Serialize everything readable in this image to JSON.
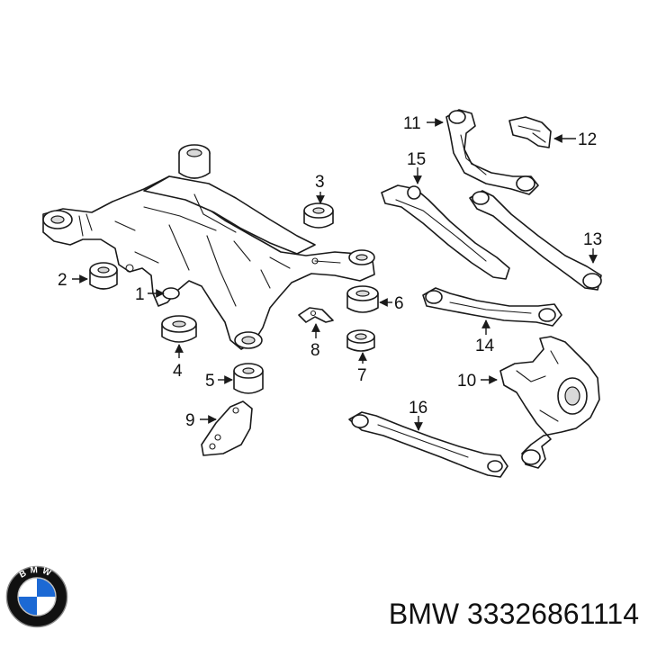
{
  "diagram": {
    "callouts": {
      "c1": "1",
      "c2": "2",
      "c3": "3",
      "c4": "4",
      "c5": "5",
      "c6": "6",
      "c7": "7",
      "c8": "8",
      "c9": "9",
      "c10": "10",
      "c11": "11",
      "c12": "12",
      "c13": "13",
      "c14": "14",
      "c15": "15",
      "c16": "16"
    }
  },
  "logo": {
    "text": "BMW",
    "colors": {
      "blue": "#1c69d4",
      "ring": "#111111",
      "white": "#ffffff"
    }
  },
  "caption": {
    "brand": "BMW",
    "part_number": "33326861114"
  }
}
